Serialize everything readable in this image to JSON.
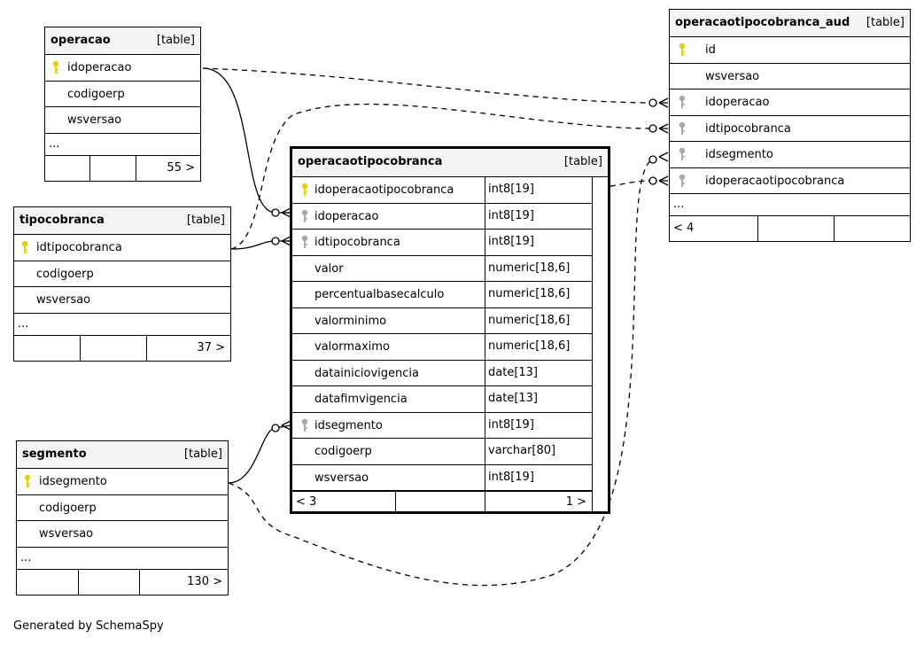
{
  "footer_note": "Generated by SchemaSpy",
  "tables": {
    "operacao": {
      "name": "operacao",
      "tag": "[table]",
      "columns": [
        "idoperacao",
        "codigoerp",
        "wsversao"
      ],
      "more": "...",
      "footer": "55 >"
    },
    "tipocobranca": {
      "name": "tipocobranca",
      "tag": "[table]",
      "columns": [
        "idtipocobranca",
        "codigoerp",
        "wsversao"
      ],
      "more": "...",
      "footer": "37 >"
    },
    "segmento": {
      "name": "segmento",
      "tag": "[table]",
      "columns": [
        "idsegmento",
        "codigoerp",
        "wsversao"
      ],
      "more": "...",
      "footer": "130 >"
    },
    "operacaotipocobranca": {
      "name": "operacaotipocobranca",
      "tag": "[table]",
      "columns": [
        {
          "name": "idoperacaotipocobranca",
          "type": "int8[19]"
        },
        {
          "name": "idoperacao",
          "type": "int8[19]"
        },
        {
          "name": "idtipocobranca",
          "type": "int8[19]"
        },
        {
          "name": "valor",
          "type": "numeric[18,6]"
        },
        {
          "name": "percentualbasecalculo",
          "type": "numeric[18,6]"
        },
        {
          "name": "valorminimo",
          "type": "numeric[18,6]"
        },
        {
          "name": "valormaximo",
          "type": "numeric[18,6]"
        },
        {
          "name": "datainiciovigencia",
          "type": "date[13]"
        },
        {
          "name": "datafimvigencia",
          "type": "date[13]"
        },
        {
          "name": "idsegmento",
          "type": "int8[19]"
        },
        {
          "name": "codigoerp",
          "type": "varchar[80]"
        },
        {
          "name": "wsversao",
          "type": "int8[19]"
        }
      ],
      "footer_left": "< 3",
      "footer_right": "1 >"
    },
    "operacaotipocobranca_aud": {
      "name": "operacaotipocobranca_aud",
      "tag": "[table]",
      "columns": [
        "id",
        "wsversao",
        "idoperacao",
        "idtipocobranca",
        "idsegmento",
        "idoperacaotipocobranca"
      ],
      "more": "...",
      "footer": "< 4"
    }
  },
  "colors": {
    "pk_key": "#e6d200",
    "fk_key": "#a8a8a8",
    "header_bg": "#f4f4f4"
  }
}
